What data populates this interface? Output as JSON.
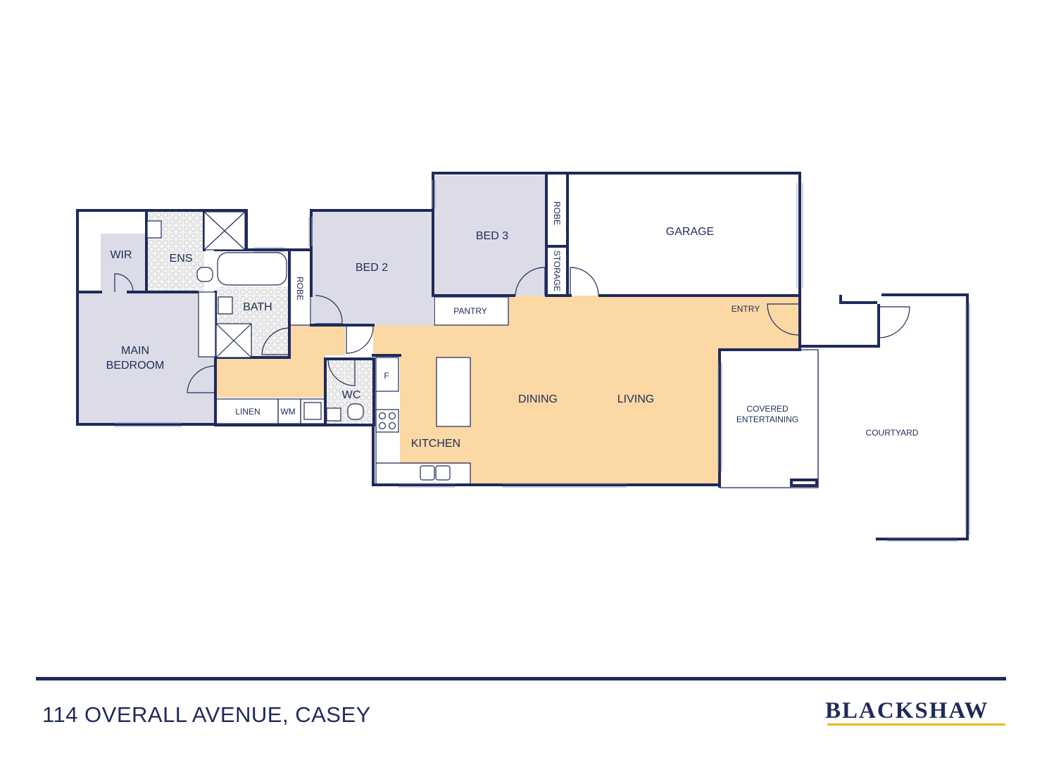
{
  "colors": {
    "wall": "#1f2a5a",
    "bedroom_fill": "#dcdce8",
    "living_fill": "#fbd8a4",
    "wet_area_fill": "#eeeeee",
    "brand_accent": "#f2b31c"
  },
  "rooms": {
    "wir": "WIR",
    "ens": "ENS",
    "bath": "BATH",
    "robe_bath": "ROBE",
    "bed2": "BED 2",
    "bed3": "BED 3",
    "robe_bed3": "ROBE",
    "storage": "STORAGE",
    "garage": "GARAGE",
    "pantry": "PANTRY",
    "entry": "ENTRY",
    "main_bedroom_line1": "MAIN",
    "main_bedroom_line2": "BEDROOM",
    "linen": "LINEN",
    "wm": "WM",
    "wc": "WC",
    "fridge": "F",
    "kitchen": "KITCHEN",
    "dining": "DINING",
    "living": "LIVING",
    "covered_line1": "COVERED",
    "covered_line2": "ENTERTAINING",
    "courtyard": "COURTYARD"
  },
  "footer": {
    "address": "114 OVERALL AVENUE, CASEY",
    "brand": "BLACKSHAW"
  }
}
